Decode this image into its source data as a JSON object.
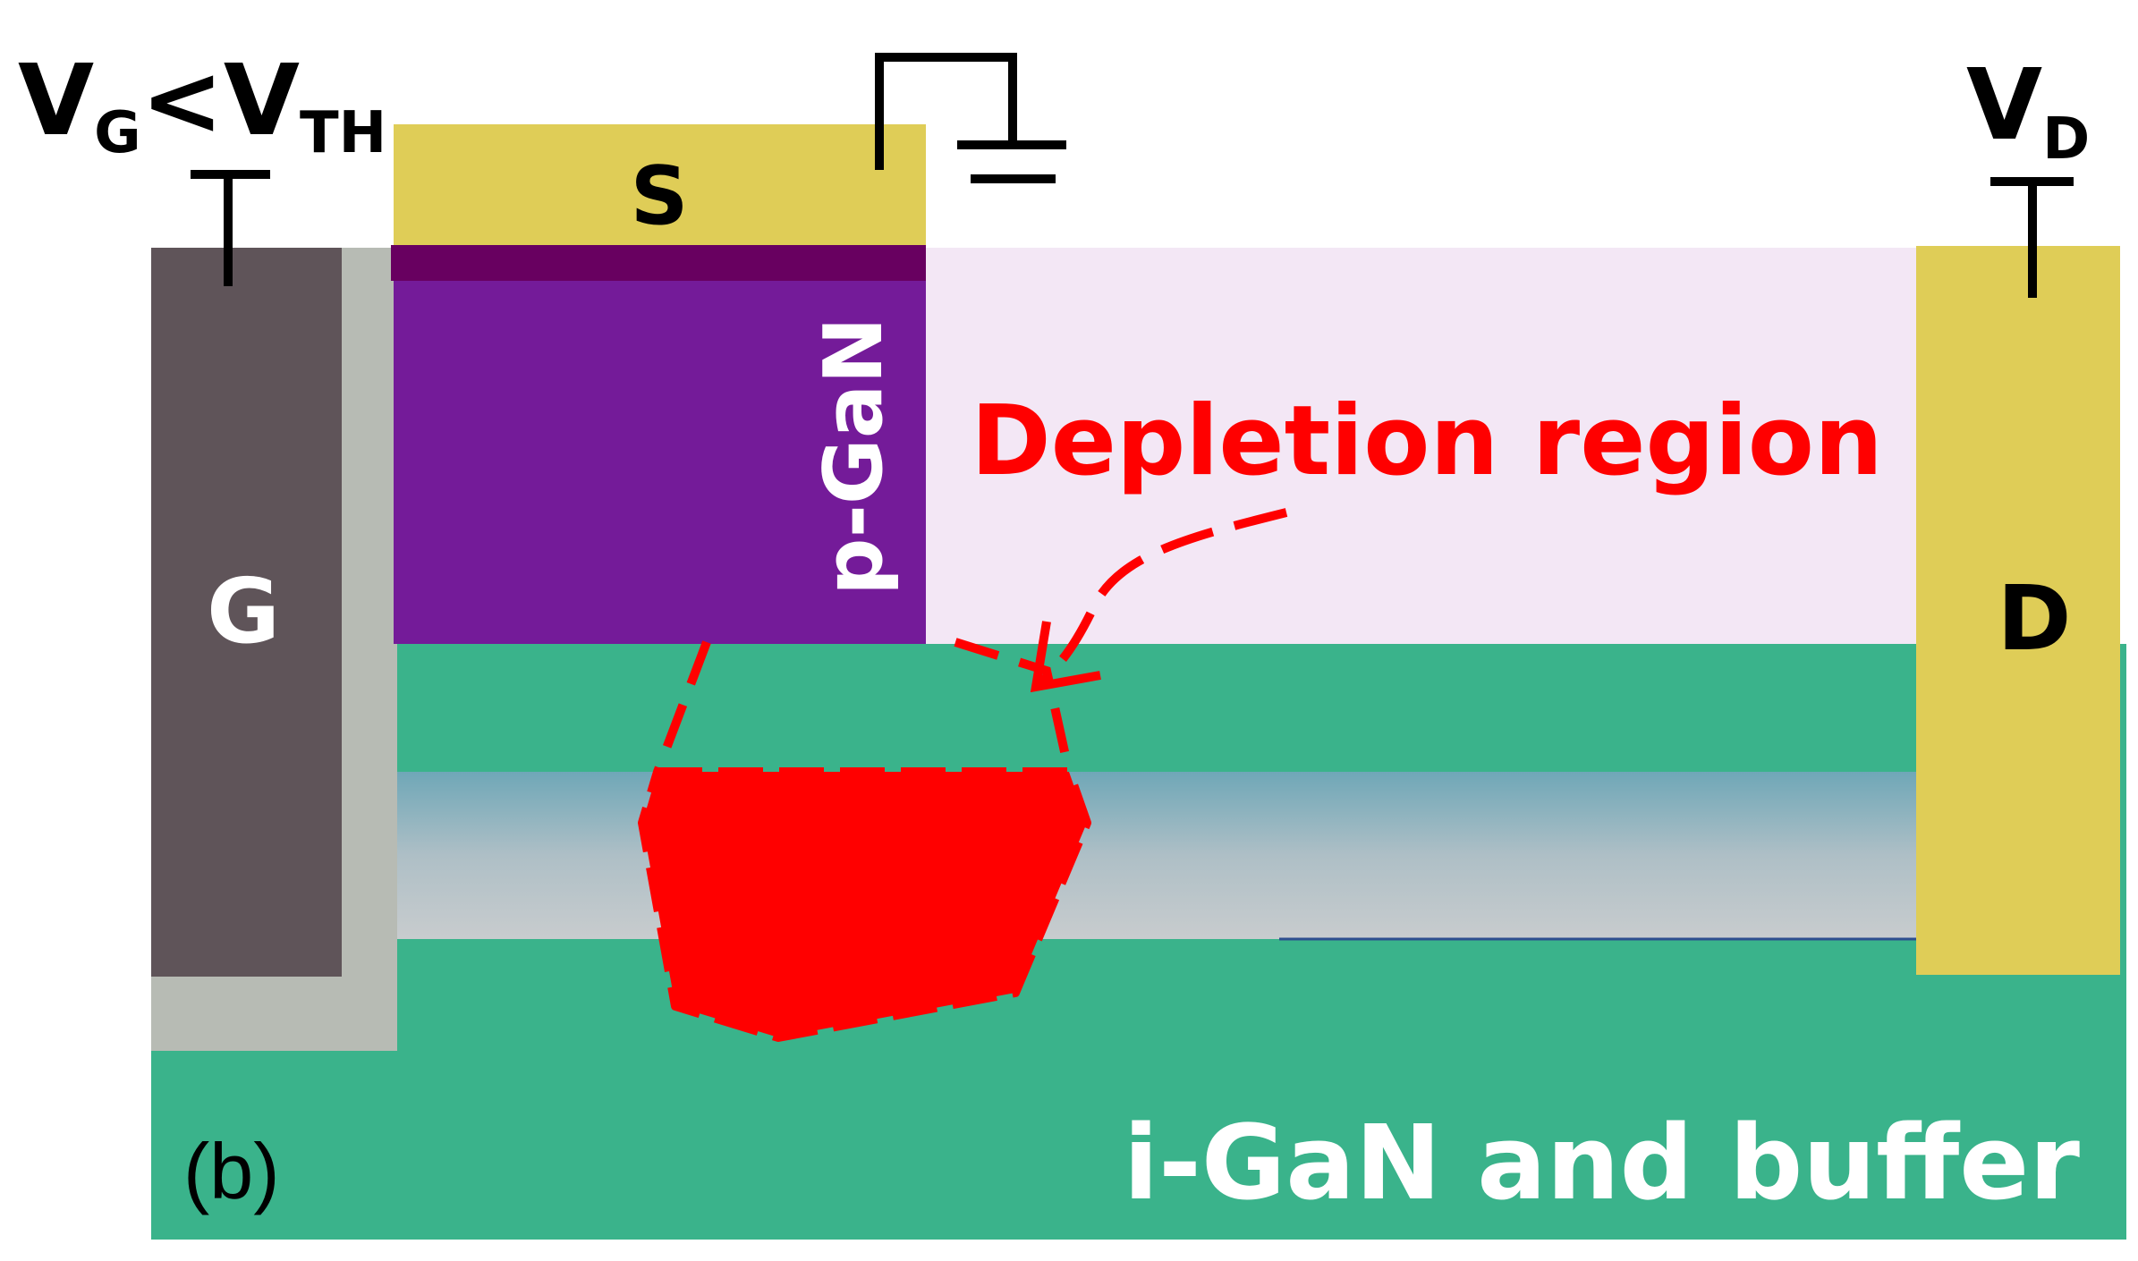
{
  "labels": {
    "gate_bias_main": "V",
    "gate_bias_sub1": "G",
    "gate_bias_lt": "<",
    "gate_bias_main2": "V",
    "gate_bias_sub2": "TH",
    "drain_bias_main": "V",
    "drain_bias_sub": "D",
    "source": "S",
    "gate": "G",
    "drain": "D",
    "pgan": "p-GaN",
    "depletion": "Depletion region",
    "buffer": "i-GaN and buffer",
    "panel": "(b)"
  },
  "colors": {
    "gate_metal": "#5f5459",
    "gate_dielectric": "#b7bbb4",
    "contact_metal": "#dfcd57",
    "p_gan": "#741b99",
    "p_gan_cap": "#680060",
    "passivation": "#f3e7f5",
    "gan": "#3ab38b",
    "channel_top": "#6fa7b7",
    "channel_bottom": "#c8ccce",
    "depletion": "#ff0000",
    "white_text": "#ffffff",
    "black": "#000000"
  }
}
